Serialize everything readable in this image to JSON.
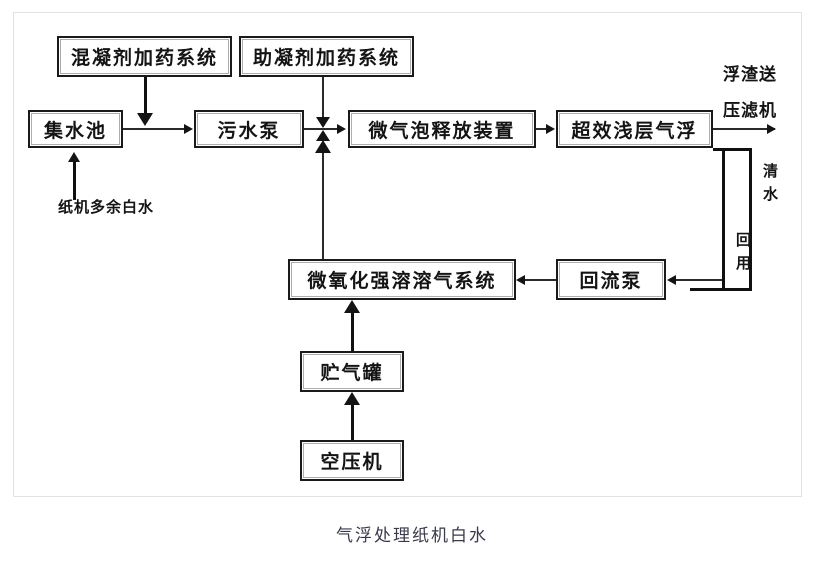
{
  "figure": {
    "caption": "气浮处理纸机白水"
  },
  "nodes": {
    "coagulant_dosing": {
      "label": "混凝剂加药系统"
    },
    "flocculant_dosing": {
      "label": "助凝剂加药系统"
    },
    "collection_tank": {
      "label": "集水池"
    },
    "sewage_pump": {
      "label": "污水泵"
    },
    "microbubble_release": {
      "label": "微气泡释放装置"
    },
    "shallow_air_flotation": {
      "label": "超效浅层气浮"
    },
    "micro_oxidation_system": {
      "label": "微氧化强溶溶气系统"
    },
    "reflux_pump": {
      "label": "回流泵"
    },
    "gas_tank": {
      "label": "贮气罐"
    },
    "air_compressor": {
      "label": "空压机"
    }
  },
  "annotations": {
    "inlet_white_water": "纸机多余白水",
    "scum_outlet_line1": "浮渣送",
    "scum_outlet_line2": "压滤机",
    "clear_water_reuse_upper": "清水",
    "clear_water_reuse_lower": "回用"
  },
  "colors": {
    "stroke": "#141414",
    "box_border": "#1a1a1a",
    "frame": "#e2e2e2",
    "background": "#ffffff",
    "caption_text": "#3a3a4a"
  }
}
